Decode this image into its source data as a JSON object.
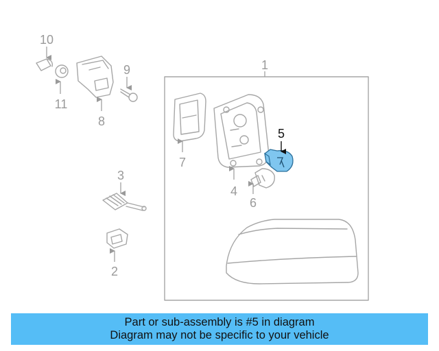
{
  "callouts": {
    "c1": "1",
    "c2": "2",
    "c3": "3",
    "c4": "4",
    "c5": "5",
    "c6": "6",
    "c7": "7",
    "c8": "8",
    "c9": "9",
    "c10": "10",
    "c11": "11"
  },
  "highlight_part": "5",
  "colors": {
    "banner_bg": "#55bdf6",
    "highlight_part": "#7fc6ef",
    "line_art": "#a6a6a6"
  },
  "banner": {
    "line1": "Part or sub-assembly is #5 in diagram",
    "line2": "Diagram may not be specific to your vehicle"
  }
}
